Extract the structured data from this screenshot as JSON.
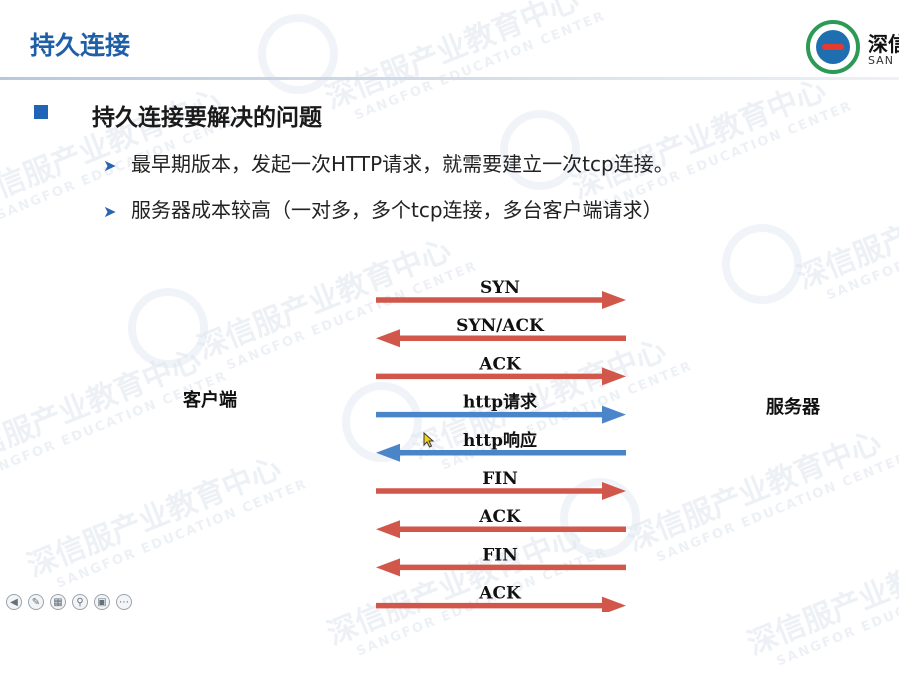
{
  "slide": {
    "title": "持久连接",
    "heading": "持久连接要解决的问题",
    "sub_items": [
      "最早期版本，发起一次HTTP请求，就需要建立一次tcp连接。",
      "服务器成本较高（一对多，多个tcp连接，多台客户端请求）"
    ]
  },
  "brand": {
    "name": "深信",
    "sub": "SAN"
  },
  "watermark": {
    "cn": "深信服产业教育中心",
    "en": "SANGFOR EDUCATION CENTER"
  },
  "diagram": {
    "client_label": "客户端",
    "server_label": "服务器",
    "messages": [
      {
        "label": "SYN",
        "direction": "to-server",
        "color": "#d2574b"
      },
      {
        "label": "SYN/ACK",
        "direction": "to-client",
        "color": "#d2574b"
      },
      {
        "label": "ACK",
        "direction": "to-server",
        "color": "#d2574b"
      },
      {
        "label": "http请求",
        "direction": "to-server",
        "color": "#4a84c9"
      },
      {
        "label": "http响应",
        "direction": "to-client",
        "color": "#4a84c9"
      },
      {
        "label": "FIN",
        "direction": "to-server",
        "color": "#d2574b"
      },
      {
        "label": "ACK",
        "direction": "to-client",
        "color": "#d2574b"
      },
      {
        "label": "FIN",
        "direction": "to-client",
        "color": "#d2574b"
      },
      {
        "label": "ACK",
        "direction": "to-server",
        "color": "#d2574b"
      }
    ]
  },
  "toolbar": {
    "icons": [
      "prev-icon",
      "pen-icon",
      "slides-icon",
      "zoom-icon",
      "screen-icon",
      "more-icon"
    ]
  }
}
